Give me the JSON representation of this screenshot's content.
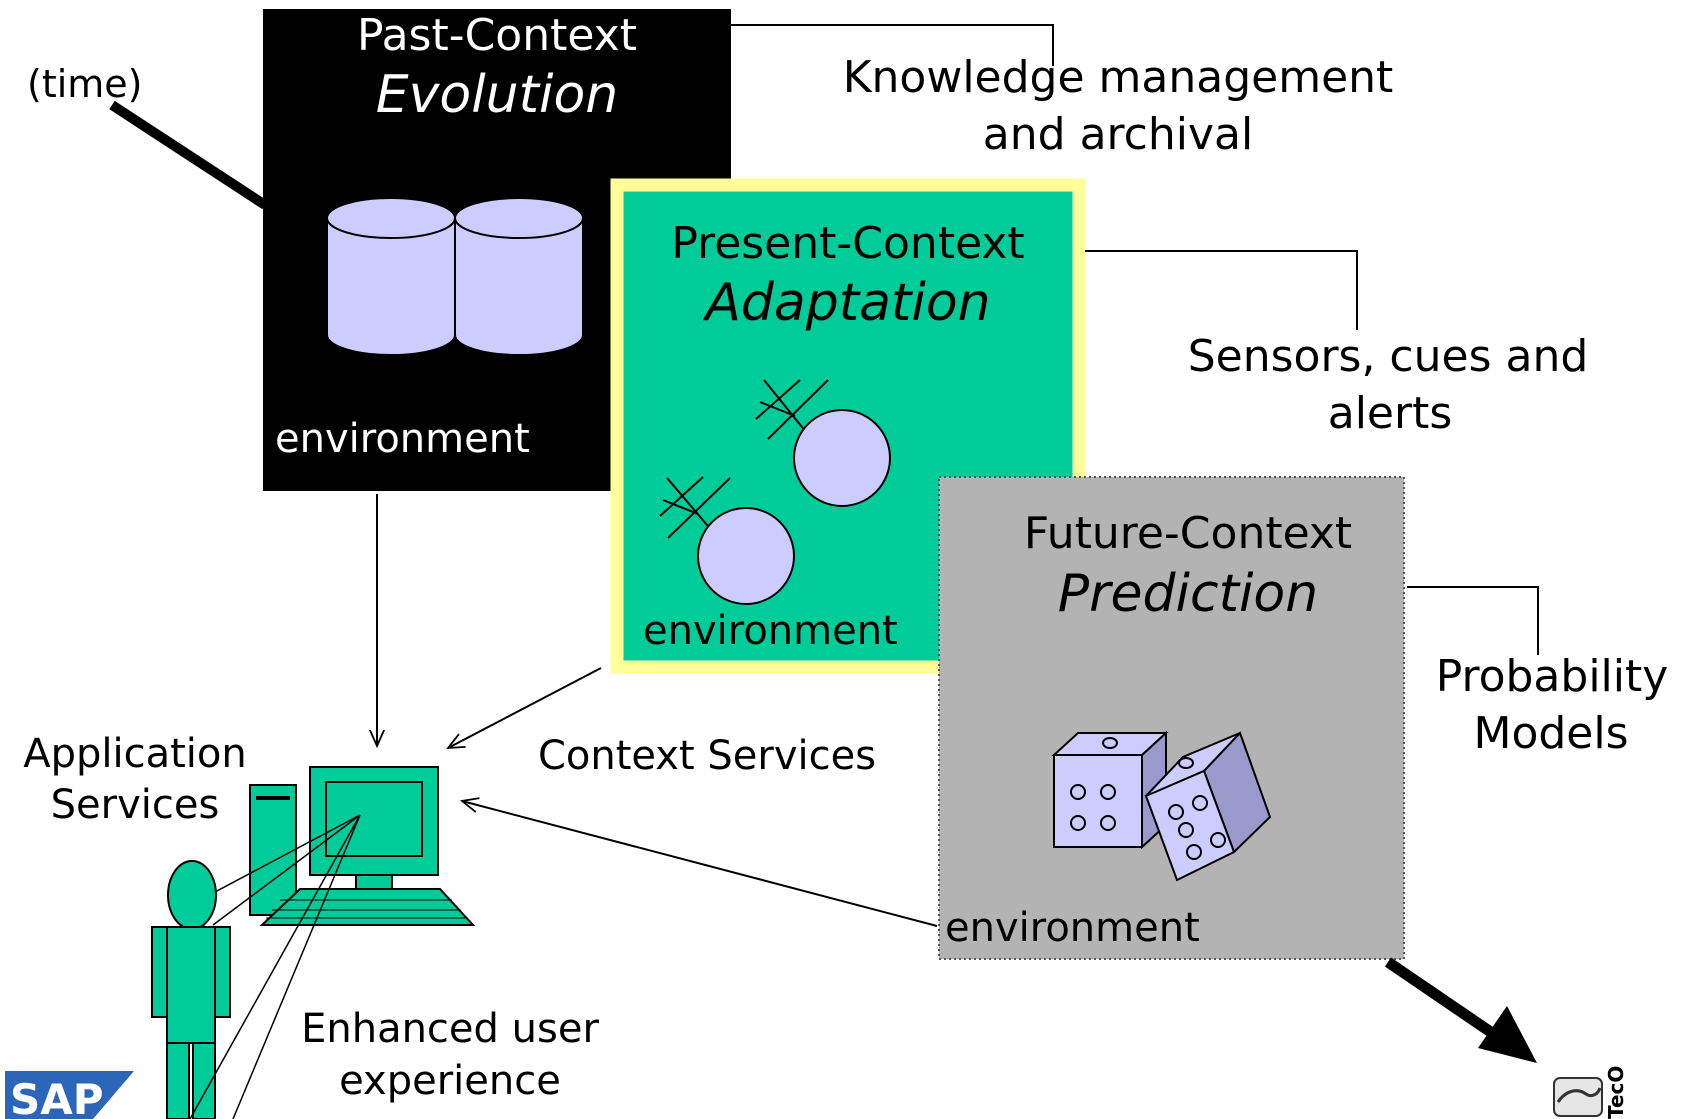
{
  "past": {
    "title": "Past-Context",
    "subtitle": "Evolution",
    "env_label": "environment",
    "note_line1": "Knowledge management",
    "note_line2": "and archival"
  },
  "present": {
    "title": "Present-Context",
    "subtitle": "Adaptation",
    "env_label": "environment",
    "note_line1": "Sensors, cues and",
    "note_line2": "alerts"
  },
  "future": {
    "title": "Future-Context",
    "subtitle": "Prediction",
    "env_label": "environment",
    "note_line1": "Probability",
    "note_line2": "Models"
  },
  "labels": {
    "time": "(time)",
    "application_services_line1": "Application",
    "application_services_line2": "Services",
    "context_services": "Context Services",
    "enhanced_line1": "Enhanced user",
    "enhanced_line2": "experience"
  },
  "logos": {
    "sap": "SAP",
    "teco": "TecO"
  },
  "icons": {
    "database": "database-icon",
    "sensor": "sensor-icon",
    "dice": "dice-icon",
    "computer": "computer-icon",
    "user": "user-icon"
  },
  "colors": {
    "past_box": "#000000",
    "present_box": "#00cc99",
    "present_border": "#ffff99",
    "future_box": "#b3b3b3",
    "icon_fill": "#ccccff",
    "computer_fill": "#00cc99"
  }
}
